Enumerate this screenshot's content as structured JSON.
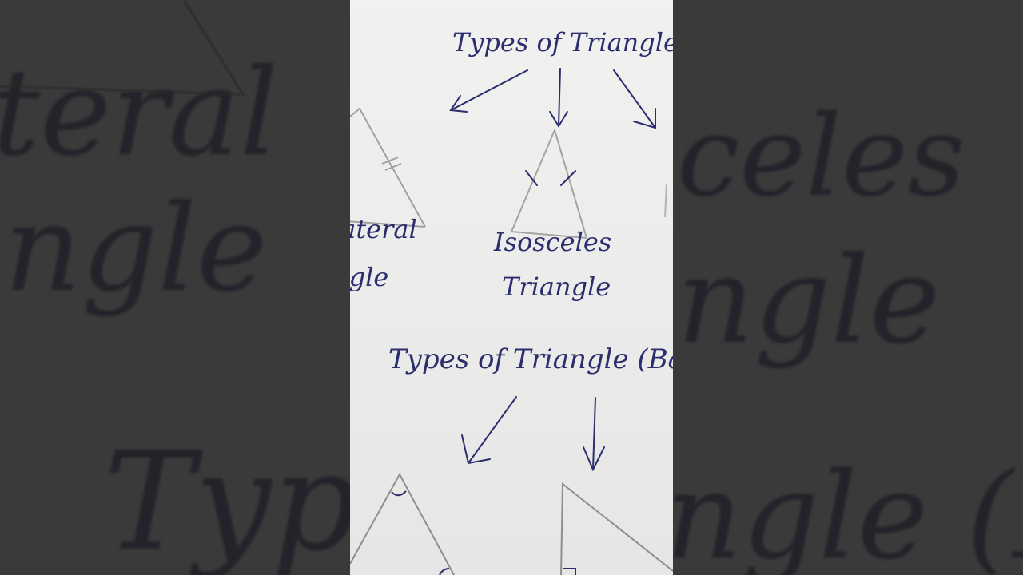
{
  "notes": {
    "heading_top": "Types of Triangle",
    "left_label_line1": "lateral",
    "left_label_line2": "ngle",
    "center_label_line1": "Isosceles",
    "center_label_line2": "Triangle",
    "heading_bottom": "Types of Triangle (Bas"
  },
  "ghost_left": {
    "line1": "teral",
    "line2": "ngle",
    "line3": "Types"
  },
  "ghost_right": {
    "line1": "celes",
    "line2": "ngle",
    "line3": "ngle (Bas"
  },
  "colors": {
    "ink": "#2b2d6e",
    "pencil": "#9a9a9a",
    "paper": "#efefed",
    "background": "#3a3a3a"
  }
}
